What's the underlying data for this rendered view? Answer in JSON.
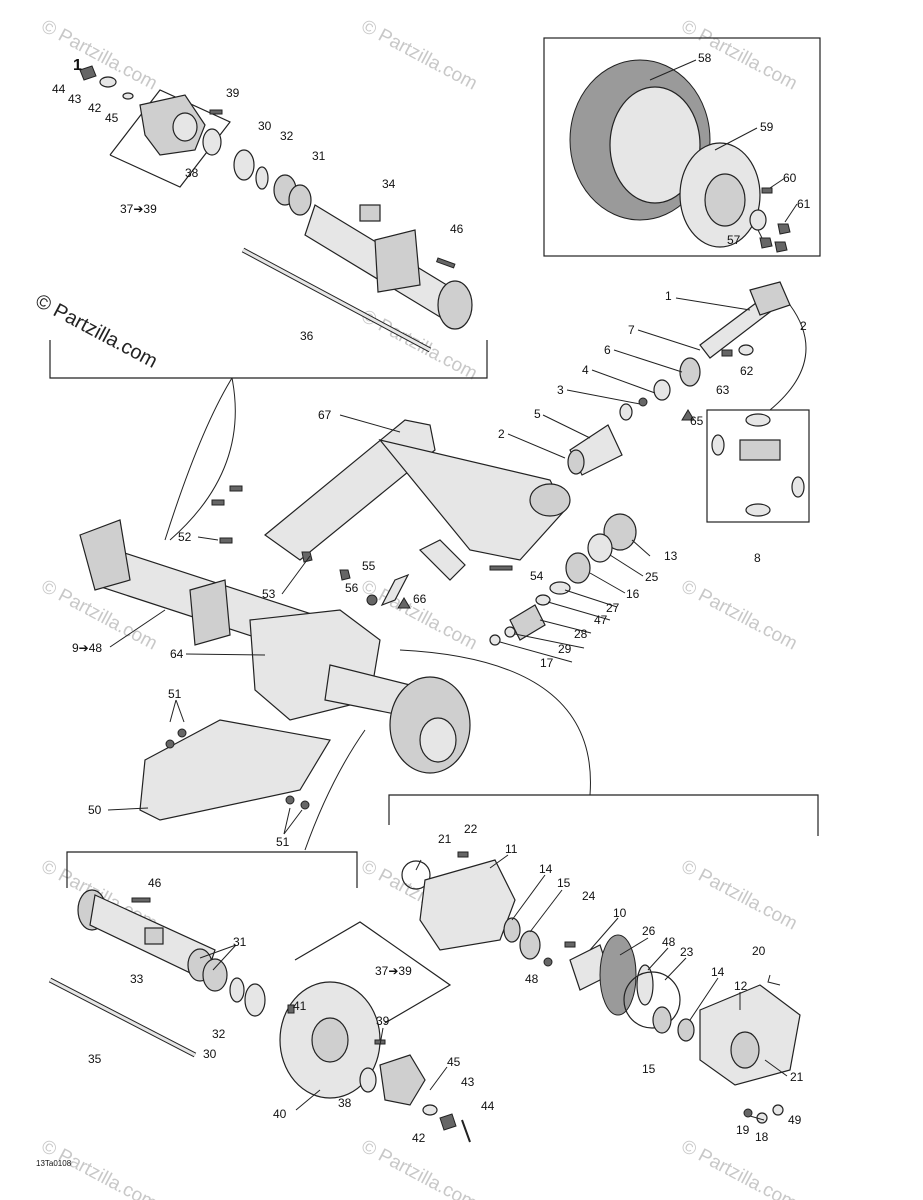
{
  "diagram": {
    "copyright": "© Partzilla.com",
    "watermark": "© Partzilla.com",
    "figure_code": "13Ta0108",
    "mark": "1",
    "callouts": {
      "c44a": "44",
      "c43a": "43",
      "c42a": "42",
      "c45a": "45",
      "c39a": "39",
      "c38a": "38",
      "c3739a": "37➔39",
      "c30a": "30",
      "c32a": "32",
      "c31a": "31",
      "c34": "34",
      "c46a": "46",
      "c36": "36",
      "c58": "58",
      "c59": "59",
      "c60": "60",
      "c61": "61",
      "c57": "57",
      "c1": "1",
      "c2a": "2",
      "c7": "7",
      "c6": "6",
      "c4": "4",
      "c3": "3",
      "c5": "5",
      "c2b": "2",
      "c63": "63",
      "c62": "62",
      "c65": "65",
      "c8": "8",
      "c67": "67",
      "c52": "52",
      "c53": "53",
      "c56": "56",
      "c55": "55",
      "c66": "66",
      "c54": "54",
      "c13": "13",
      "c25": "25",
      "c16": "16",
      "c27": "27",
      "c47": "47",
      "c28": "28",
      "c29": "29",
      "c17": "17",
      "c948": "9➔48",
      "c64": "64",
      "c51a": "51",
      "c50": "50",
      "c51b": "51",
      "c46b": "46",
      "c33": "33",
      "c31b": "31",
      "c32b": "32",
      "c30b": "30",
      "c35": "35",
      "c3739b": "37➔39",
      "c41": "41",
      "c39b": "39",
      "c40": "40",
      "c38b": "38",
      "c45b": "45",
      "c43b": "43",
      "c42b": "42",
      "c44b": "44",
      "c21a": "21",
      "c22": "22",
      "c11": "11",
      "c14a": "14",
      "c15a": "15",
      "c24": "24",
      "c10": "10",
      "c26": "26",
      "c48b": "48",
      "c23": "23",
      "c48a": "48",
      "c15b": "15",
      "c14b": "14",
      "c20": "20",
      "c12": "12",
      "c21b": "21",
      "c19": "19",
      "c18": "18",
      "c49": "49"
    }
  }
}
